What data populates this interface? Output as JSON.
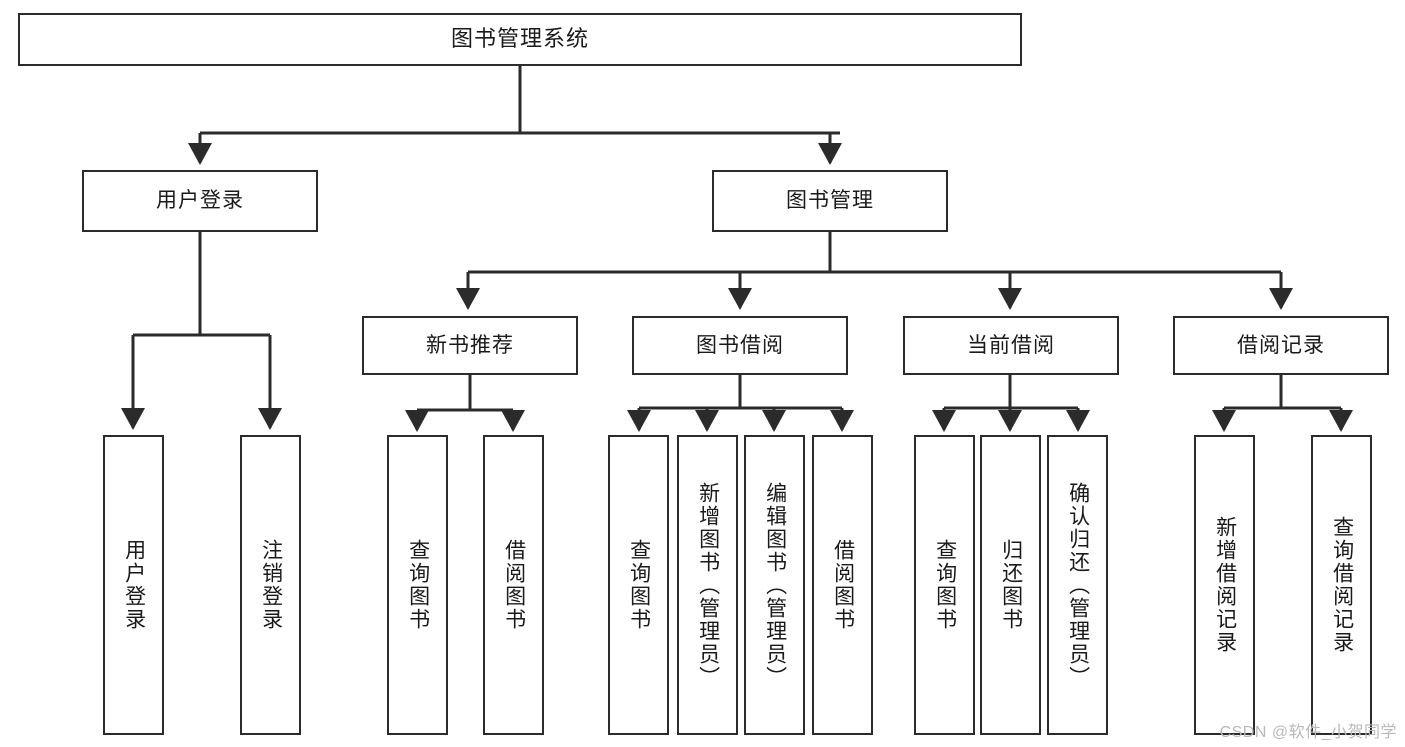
{
  "diagram": {
    "title": "图书管理系统",
    "type": "tree-hierarchy-chart",
    "root": {
      "label": "图书管理系统"
    },
    "level2": [
      {
        "label": "用户登录"
      },
      {
        "label": "图书管理"
      }
    ],
    "level3": [
      {
        "label": "新书推荐"
      },
      {
        "label": "图书借阅"
      },
      {
        "label": "当前借阅"
      },
      {
        "label": "借阅记录"
      }
    ],
    "leaves": {
      "user_login": [
        {
          "label": "用户登录"
        },
        {
          "label": "注销登录"
        }
      ],
      "new_book_recommend": [
        {
          "label": "查询图书"
        },
        {
          "label": "借阅图书"
        }
      ],
      "book_borrow": [
        {
          "label": "查询图书"
        },
        {
          "label": "新增图书（管理员）"
        },
        {
          "label": "编辑图书（管理员）"
        },
        {
          "label": "借阅图书"
        }
      ],
      "current_borrow": [
        {
          "label": "查询图书"
        },
        {
          "label": "归还图书"
        },
        {
          "label": "确认归还（管理员）"
        }
      ],
      "borrow_record": [
        {
          "label": "新增借阅记录"
        },
        {
          "label": "查询借阅记录"
        }
      ]
    },
    "colors": {
      "stroke": "#2b2b2b",
      "fill": "#ffffff",
      "text": "#1a1a1a",
      "watermark": "#b9b9b9"
    }
  },
  "watermark": {
    "text": "CSDN @软件_小贺同学"
  }
}
